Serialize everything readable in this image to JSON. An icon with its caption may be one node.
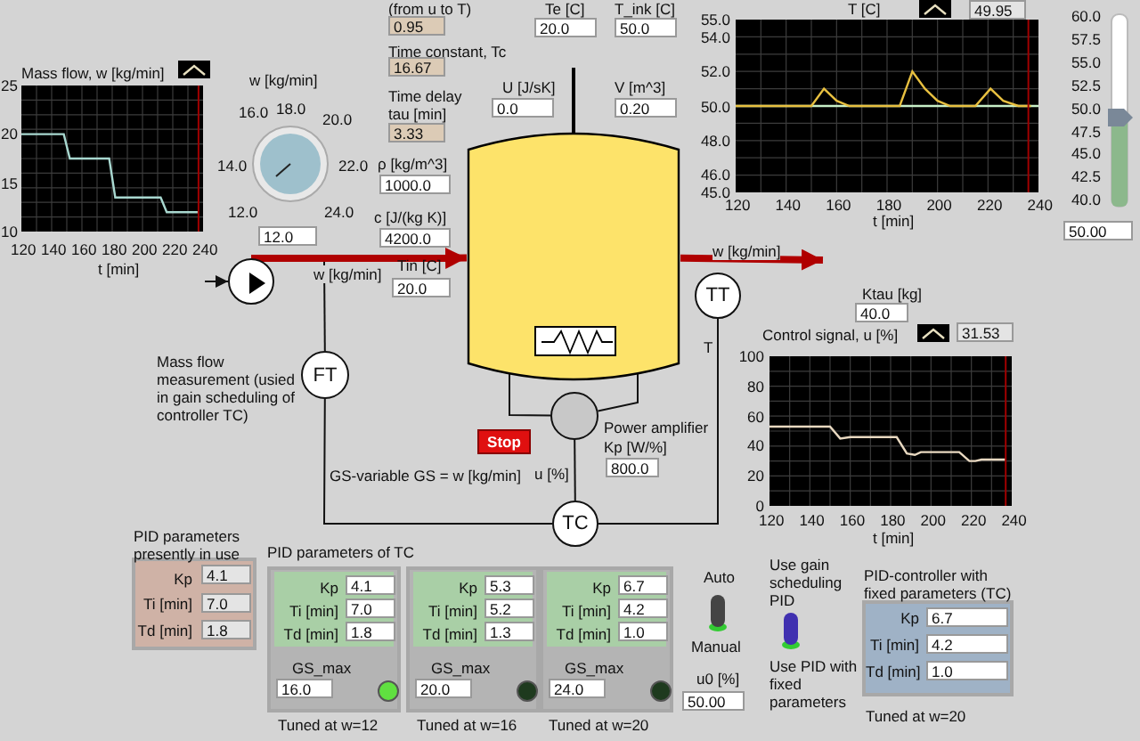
{
  "diagram": {
    "nodes": [
      {
        "text": [],
        "shape": "circle"
      },
      {
        "text": [],
        "shape": "cylinder"
      },
      {
        "text": [],
        "shape": "box",
        "in": 1
      },
      {
        "text": [],
        "shape": "circle",
        "beside": [
          "Power amplifier"
        ]
      },
      {
        "text": [
          "FT"
        ],
        "beside": [
          "Mass flow measurement (usied in gain scheduling of controller TC)"
        ]
      },
      {
        "text": [
          "TT"
        ]
      },
      {
        "text": [
          "TC"
        ]
      }
    ],
    "edges": [
      {
        "from": null,
        "to": 0,
        "arrow": "to"
      },
      {
        "from": 0,
        "to": 1,
        "arrow": "to",
        "label": "w [kg/min]",
        "style": "thick",
        "color": "#b00000"
      },
      {
        "from": 1,
        "to": null,
        "arrow": "to",
        "label": "w [kg/min]",
        "style": "thick",
        "color": "#b00000"
      },
      {
        "from": null,
        "to": 4,
        "arrow": "none"
      },
      {
        "from": 4,
        "to": 6,
        "arrow": "none",
        "label": "GS-variable GS = w [kg/min]"
      },
      {
        "from": 5,
        "to": 6,
        "arrow": "none",
        "label": "T"
      },
      {
        "from": 6,
        "to": 3,
        "arrow": "none",
        "label": "u [%]"
      },
      {
        "from": 3,
        "to": 2,
        "arrow": "none"
      },
      {
        "from": 3,
        "to": 2,
        "arrow": "none"
      }
    ],
    "labels": [
      "(from u to T)",
      "0.95",
      "Te [C]",
      "20.0",
      "T_ink [C]",
      "50.0",
      "T [C]",
      "49.95",
      "Mass flow, w [kg/min]",
      "25",
      "20",
      "15",
      "10",
      "120",
      "140",
      "160",
      "180",
      "200",
      "220",
      "240",
      "t [min]",
      "w [kg/min]",
      "16.0",
      "18.0",
      "20.0",
      "14.0",
      "22.0",
      "12.0",
      "24.0",
      "12.0",
      "Time constant, Tc",
      "16.67",
      "Time delay tau [min]",
      "3.33",
      "U [J/sK]",
      "0.0",
      "V [m^3]",
      "0.20",
      "ρ [kg/m^3]",
      "1000.0",
      "c [J/(kg K)]",
      "4200.0",
      "Tin [C]",
      "20.0",
      "55.0",
      "54.0",
      "52.0",
      "50.0",
      "48.0",
      "46.0",
      "45.0",
      "120",
      "140",
      "160",
      "180",
      "200",
      "220",
      "240",
      "t [min]",
      "60.0",
      "57.5",
      "55.0",
      "52.5",
      "50.0",
      "47.5",
      "45.0",
      "42.5",
      "40.0",
      "50.00",
      "Ktau [kg]",
      "40.0",
      "Control signal, u [%]",
      "31.53",
      "100",
      "80",
      "60",
      "40",
      "20",
      "0",
      "120",
      "140",
      "160",
      "180",
      "200",
      "220",
      "240",
      "t [min]",
      "Stop",
      "Kp [W/%]",
      "800.0",
      "PID parameters presently in use",
      "Kp",
      "4.1",
      "Ti [min]",
      "7.0",
      "Td [min]",
      "1.8",
      "PID parameters of TC",
      "Kp",
      "4.1",
      "Ti [min]",
      "7.0",
      "Td [min]",
      "1.8",
      "GS_max",
      "16.0",
      "Kp",
      "5.3",
      "Ti [min]",
      "5.2",
      "Td [min]",
      "1.3",
      "GS_max",
      "20.0",
      "Kp",
      "6.7",
      "Ti [min]",
      "4.2",
      "Td [min]",
      "1.0",
      "GS_max",
      "24.0",
      "Auto",
      "Use gain scheduling PID",
      "PID-controller with fixed parameters (TC)",
      "Manual",
      "u0 [%]",
      "50.00",
      "Use PID with fixed parameters",
      "Kp",
      "6.7",
      "Ti [min]",
      "4.2",
      "Td [min]",
      "1.0",
      "Tuned at w=12",
      "Tuned at w=16",
      "Tuned at w=20",
      "Tuned at w=20"
    ]
  }
}
